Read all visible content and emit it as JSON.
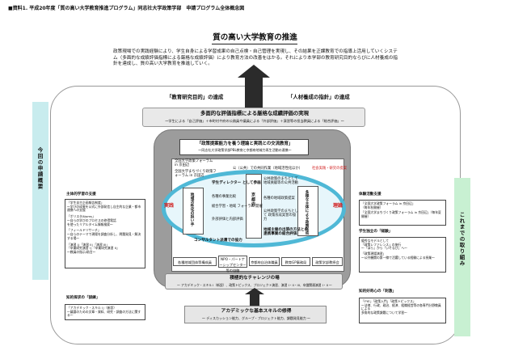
{
  "header": "■資料1. 平成20年度「質の高い大学教育推進プログラム」同志社大学政策学部　申請プログラム全体概念図",
  "title": "質の高い大学教育の推進",
  "intro": "政策現場での実践経験により、学生自身による学習成果の自己点検・自己管理を実現し、その結果を正課教育での指導上活用していくシステム（多面的な成績評価指標による厳格な成績評価）により教育方法の改善をはかる。それにより本学部の教育研究目的ならびに人材養成の指針を達成し、質の高い大学教育を推進していく。",
  "goals": {
    "left": "「教育研究目的」の達成",
    "right": "「人材養成の指針」の達成"
  },
  "eval": {
    "title": "多面的な評価指標による厳格な成績評価の実現",
    "sub": "〜学生による「自己評価」＋市町村や府の公務員や議員による「外部評価」＋演習等の担当教員による「総合評価」〜"
  },
  "core": {
    "title": "「政策提案能力を養う理論と実践との交流教育」",
    "subtitle": "〜同志社大学政策学部PBL教育と京都府地域力再生活動の連携〜",
    "forum": "全国大学政策フォーラム in 京田辺",
    "forum_note": "全国大学まちづくり政策フォーラム in 京田辺",
    "public_hearing": "公（公共）での共同作業（地域活性化ほか）",
    "practice": "社会実践・研究の提案",
    "left_vertical": "地域活性化の担い手",
    "right_vertical": "多様な主体による政策形成",
    "center_vertical": "京都府",
    "regional": "各種地域団体",
    "public_people": "公共を担う主体",
    "items_left": [
      "学生ディレクター として参画",
      "各種の事業比較",
      "総合学習・地域 フォーラム 開催",
      "外部評価と内部評価",
      "コンサルタント派遣での協力"
    ],
    "items_right": [
      "公共政策のまちとして 地域貢献等の公共活動",
      "各種の地域政策提案",
      "公共政策学のまちとして 政策形成実習の協力",
      "地域主催の出張の方法との 連携事業の総合評価"
    ],
    "red_left": "実践",
    "red_right": "理論",
    "bottom_boxes": [
      "各種地域団体等構成員",
      "NPO・パートナーシップセンター等の協働",
      "京都府自治体職員",
      "教育GP事務局",
      "政策学部教授会"
    ]
  },
  "challenge": {
    "title": "積極的なチャレンジの場",
    "sub": "〜 アカデミック・スキル I（新設）、政策トピックス、プロジェクト演習、演習 I・II・III、卒論関連演習 I・II 〜"
  },
  "skill": {
    "title": "アカデミックな基本スキルの修得",
    "sub": "〜 ディスカッション能力、グループ・プロジェクト能力、課題発見能力 〜"
  },
  "left_band": "今回の申請概要",
  "right_band": "これまでの取り組み",
  "left_blocks": [
    {
      "head": "主体的学習の支援",
      "lines": [
        "「学生自主企画報告制度」",
        "〜学びの成果を公式に外部発信し自主的な企業・都市連携への支援",
        "「ポリスタAtoms」",
        "〜自らの学びのプロセスの修得電話",
        "を使ったリアルタイム情報検索〜",
        "「フィールドリサーチ」",
        "〜自らのテーマで現場を調査分析し、問題発見・解決する場〜",
        "「演習 I」「演習 II」「演習 III」",
        "「卒業研究演習 I」「卒業研究演習 II」",
        "〜教員の指示/助言〜"
      ]
    },
    {
      "head": "知的探求の「訓練」",
      "lines": [
        "「アカデミック・スキル I」（新設）",
        "〜議論のための文章・資料、研究・調査の方法に関する〜"
      ]
    }
  ],
  "right_blocks": [
    {
      "head": "体験活動支援",
      "lines": [
        "「全国大学政策フォーラム in 京田辺」",
        "（毎年秋開催）",
        "「全国大学まちづくり政策フォーラム in 京田辺」（毎年夏開催）"
      ]
    },
    {
      "head": "学生独立の「経験」",
      "lines": [
        "優秀なモデルとして",
        "「政策レファレンス」の施行",
        "〜「ほら」から「いそなび」へ〜",
        "「政策現場演習」",
        "〜公共機関の第一線で活躍している経験による授業〜"
      ]
    },
    {
      "head": "知的好奇心の「刺激」",
      "lines": [
        "「FYE」「政策入門」「政策トピックス」",
        "〜法律、行政、政治、経済、組織経営等の各専門分野教員による",
        "多角的な政策課題について学習〜"
      ]
    }
  ],
  "colors": {
    "cyan": "#4fb8d6",
    "gray_core": "#9c9c9c",
    "band_left": "#c8ecee",
    "band_right": "#c8f0d2",
    "red": "#d01818"
  }
}
